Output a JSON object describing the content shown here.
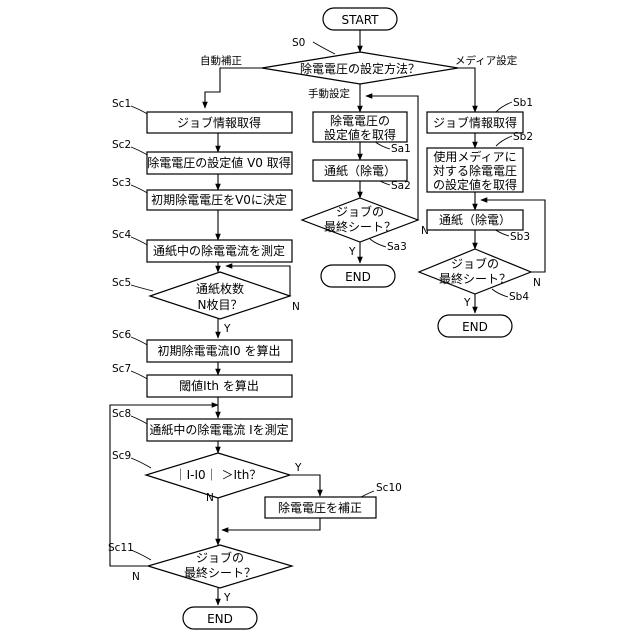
{
  "start": "START",
  "end": "END",
  "yes": "Y",
  "no": "N",
  "decision_s0": {
    "step": "S0",
    "text": "除電電圧の設定方法？",
    "branch_auto": "自動補正",
    "branch_manual": "手動設定",
    "branch_media": "メディア設定"
  },
  "auto": {
    "sc1": {
      "step": "Sc1",
      "text": "ジョブ情報取得"
    },
    "sc2": {
      "step": "Sc2",
      "text": "除電電圧の設定値 V0 取得"
    },
    "sc3": {
      "step": "Sc3",
      "text": "初期除電電圧をV0に決定"
    },
    "sc4": {
      "step": "Sc4",
      "text": "通紙中の除電電流を測定"
    },
    "sc5": {
      "step": "Sc5",
      "line1": "通紙枚数",
      "line2": "N枚目？"
    },
    "sc6": {
      "step": "Sc6",
      "text": "初期除電電流I0 を算出"
    },
    "sc7": {
      "step": "Sc7",
      "text": "閾値Ith を算出"
    },
    "sc8": {
      "step": "Sc8",
      "text": "通紙中の除電電流 Iを測定"
    },
    "sc9": {
      "step": "Sc9",
      "text": "｜I-I0｜ ＞Ith？"
    },
    "sc10": {
      "step": "Sc10",
      "text": "除電電圧を補正"
    },
    "sc11": {
      "step": "Sc11",
      "line1": "ジョブの",
      "line2": "最終シート？"
    }
  },
  "manual": {
    "sa1": {
      "step": "Sa1",
      "line1": "除電電圧の",
      "line2": "設定値を取得"
    },
    "sa2": {
      "step": "Sa2",
      "text": "通紙（除電）"
    },
    "sa3": {
      "step": "Sa3",
      "line1": "ジョブの",
      "line2": "最終シート？"
    }
  },
  "media": {
    "sb1": {
      "step": "Sb1",
      "text": "ジョブ情報取得"
    },
    "sb2": {
      "step": "Sb2",
      "line1": "使用メディアに",
      "line2": "対する除電電圧",
      "line3": "の設定値を取得"
    },
    "sb3": {
      "step": "Sb3",
      "text": "通紙（除電）"
    },
    "sb4": {
      "step": "Sb4",
      "line1": "ジョブの",
      "line2": "最終シート？"
    }
  }
}
